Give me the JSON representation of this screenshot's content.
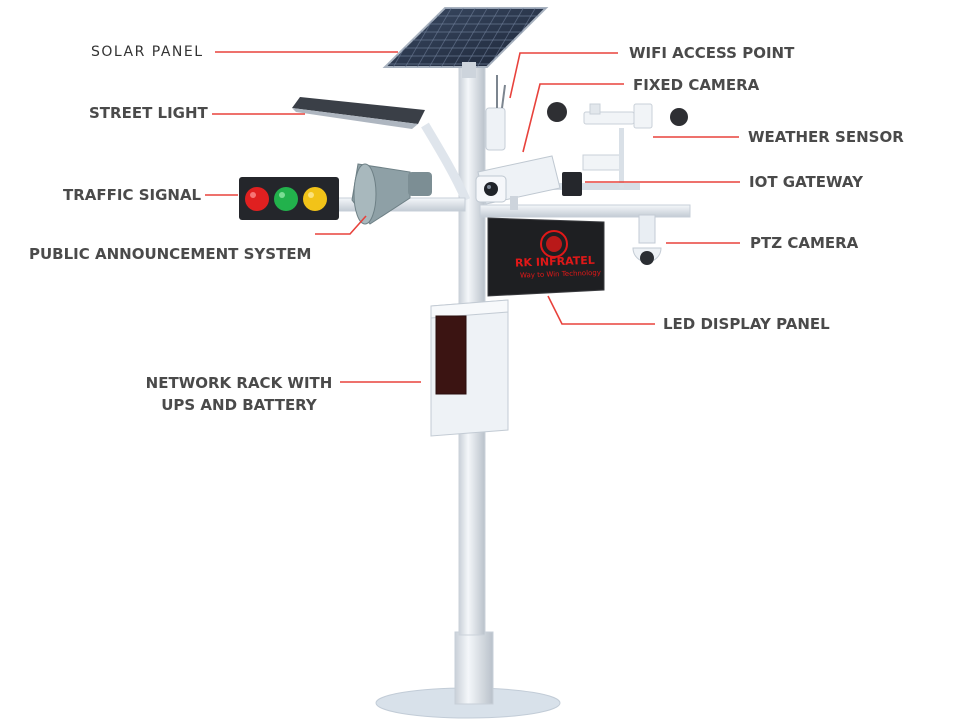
{
  "labels": {
    "solar_panel": "SOLAR PANEL",
    "street_light": "STREET LIGHT",
    "traffic_signal": "TRAFFIC SIGNAL",
    "public_announcement": "PUBLIC ANNOUNCEMENT SYSTEM",
    "network_rack_line1": "NETWORK RACK WITH",
    "network_rack_line2": "UPS AND BATTERY",
    "wifi_access_point": "WIFI ACCESS POINT",
    "fixed_camera": "FIXED CAMERA",
    "weather_sensor": "WEATHER SENSOR",
    "iot_gateway": "IOT GATEWAY",
    "ptz_camera": "PTZ CAMERA",
    "led_display_panel": "LED DISPLAY PANEL"
  },
  "led_display": {
    "brand": "RK INFRATEL",
    "tagline": "Way to Win Technology"
  },
  "colors": {
    "leader_line": "#e8423c",
    "label_text": "#4a4a4a",
    "pole": "#e4e9ef",
    "signal_red": "#e02020",
    "signal_green": "#22b24c",
    "signal_yellow": "#f2c318",
    "led_brand": "#e01818"
  }
}
